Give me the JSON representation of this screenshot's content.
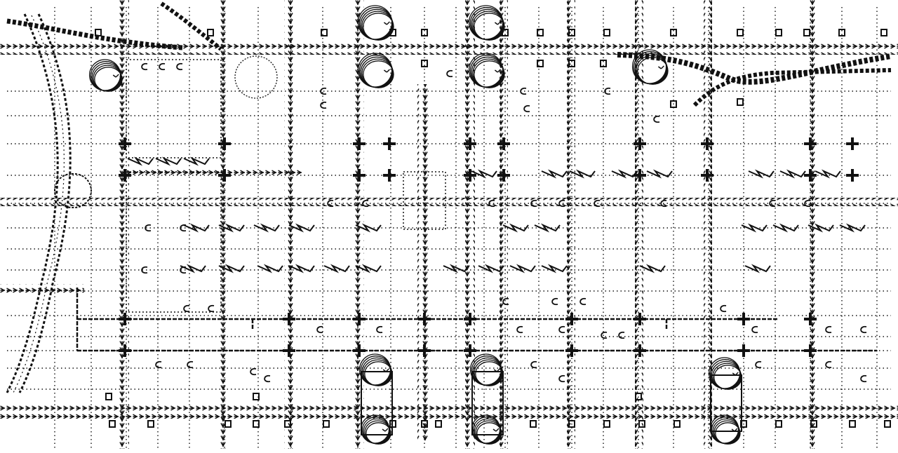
{
  "diagram": {
    "kind": "traffic-movement-plan",
    "style": "black-ink-arrows-on-white",
    "ink_color": "#111111",
    "background_color": "#ffffff",
    "legend": "none",
    "text_labels": "none",
    "flow_symbols": [
      "heavy-arrow-flow",
      "dotted-street-line",
      "parking-garage-spiral",
      "staggered-parking-chevrons",
      "small-parking-square",
      "turning-hook"
    ],
    "visible_text": []
  }
}
